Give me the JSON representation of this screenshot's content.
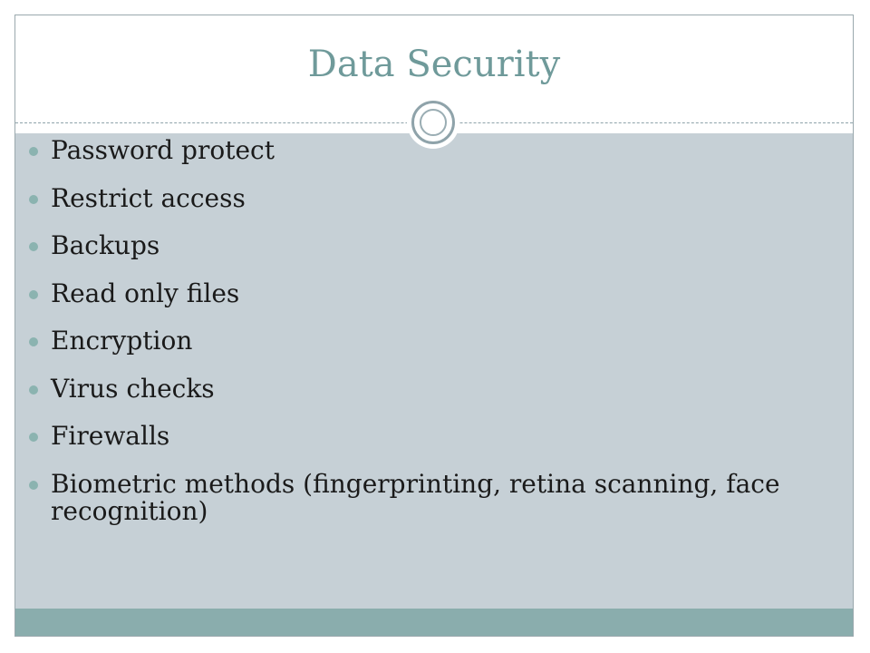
{
  "slide": {
    "title": "Data Security",
    "bullets": [
      "Password protect",
      "Restrict access",
      "Backups",
      "Read only files",
      "Encryption",
      "Virus checks",
      "Firewalls",
      "Biometric methods (fingerprinting, retina scanning, face recognition)"
    ]
  },
  "colors": {
    "title": "#6f9a9a",
    "content_background": "#c6d0d6",
    "footer_bar": "#8aadad",
    "bullet": "#8bb3b0",
    "ornament": "#8fa3aa"
  },
  "icons": {
    "divider": "circle-ornament-icon",
    "bullet": "bullet-dot-icon"
  }
}
